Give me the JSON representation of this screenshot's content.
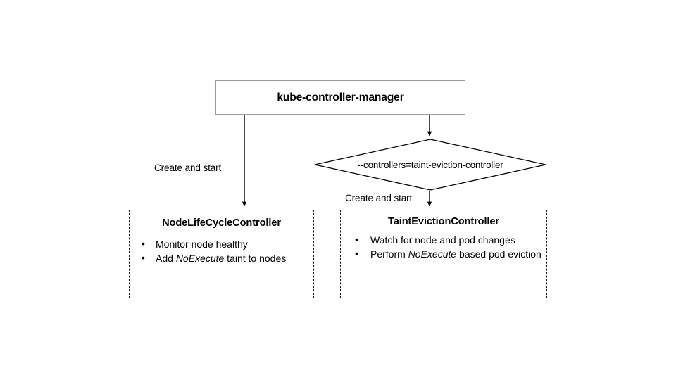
{
  "diagram": {
    "type": "flowchart",
    "background": "#ffffff",
    "line_color": "#000000",
    "solid_border_color": "#9b9b9b",
    "dashed_border_color": "#111111"
  },
  "top_node": {
    "label": "kube-controller-manager",
    "shape": "rectangle",
    "border_style": "solid"
  },
  "decision_node": {
    "label": "--controllers=taint-eviction-controller",
    "shape": "diamond",
    "border_style": "solid"
  },
  "edges": [
    {
      "name": "edge-kcm-to-nodelifecycle",
      "label": "Create and start",
      "arrow": "down"
    },
    {
      "name": "edge-kcm-to-decision",
      "label": "",
      "arrow": "down"
    },
    {
      "name": "edge-decision-to-tainteviction",
      "label": "Create and start",
      "arrow": "down"
    }
  ],
  "left_controller": {
    "title": "NodeLifeCycleController",
    "shape": "rectangle",
    "border_style": "dashed",
    "bullets": [
      {
        "parts": [
          {
            "text": "Monitor node healthy",
            "style": "normal"
          }
        ]
      },
      {
        "parts": [
          {
            "text": "Add ",
            "style": "normal"
          },
          {
            "text": "NoExecute",
            "style": "italic"
          },
          {
            "text": " taint to nodes",
            "style": "normal"
          }
        ]
      }
    ]
  },
  "right_controller": {
    "title": "TaintEvictionController",
    "shape": "rectangle",
    "border_style": "dashed",
    "bullets": [
      {
        "parts": [
          {
            "text": "Watch for node and pod changes",
            "style": "normal"
          }
        ]
      },
      {
        "parts": [
          {
            "text": "Perform ",
            "style": "normal"
          },
          {
            "text": "NoExecute",
            "style": "italic"
          },
          {
            "text": " based pod eviction",
            "style": "normal"
          }
        ]
      }
    ]
  }
}
